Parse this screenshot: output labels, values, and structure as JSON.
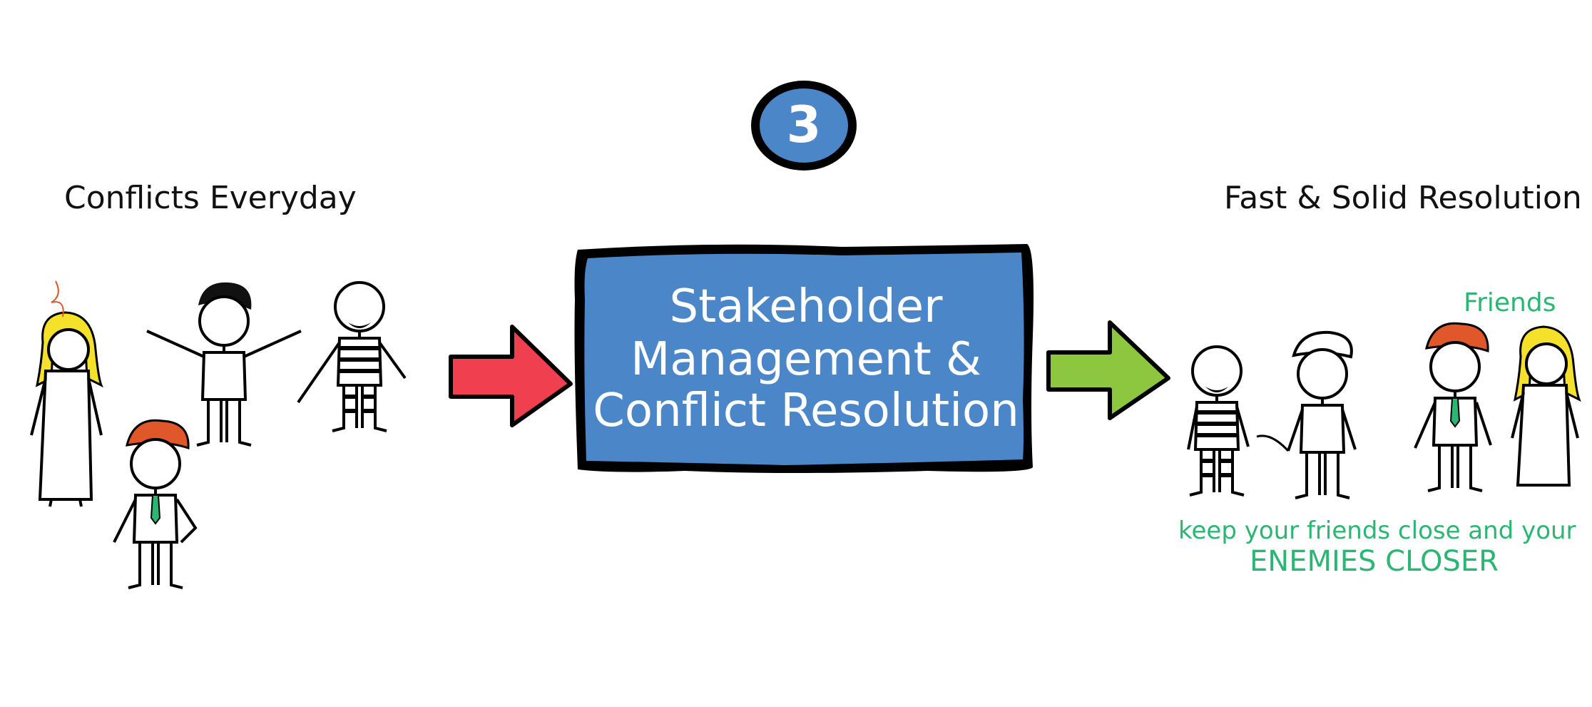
{
  "step": {
    "number": "3"
  },
  "left": {
    "title": "Conflicts Everyday"
  },
  "center": {
    "line1": "Stakeholder",
    "line2": "Management &",
    "line3": "Conflict Resolution"
  },
  "right": {
    "title": "Fast & Solid Resolution",
    "friends_label": "Friends",
    "motto_line1": "keep your friends close and your",
    "motto_line2": "ENEMIES CLOSER"
  },
  "colors": {
    "box_blue": "#4a86c8",
    "badge_blue": "#4a86c8",
    "arrow_red": "#f0404f",
    "arrow_green": "#8dc63f",
    "text_green": "#2bb673",
    "hair_yellow": "#f5e12a",
    "hair_red": "#e0572a",
    "tie_green": "#2bb673"
  },
  "icons": [
    "person-figure-icon",
    "arrow-right-icon",
    "number-badge-icon"
  ]
}
